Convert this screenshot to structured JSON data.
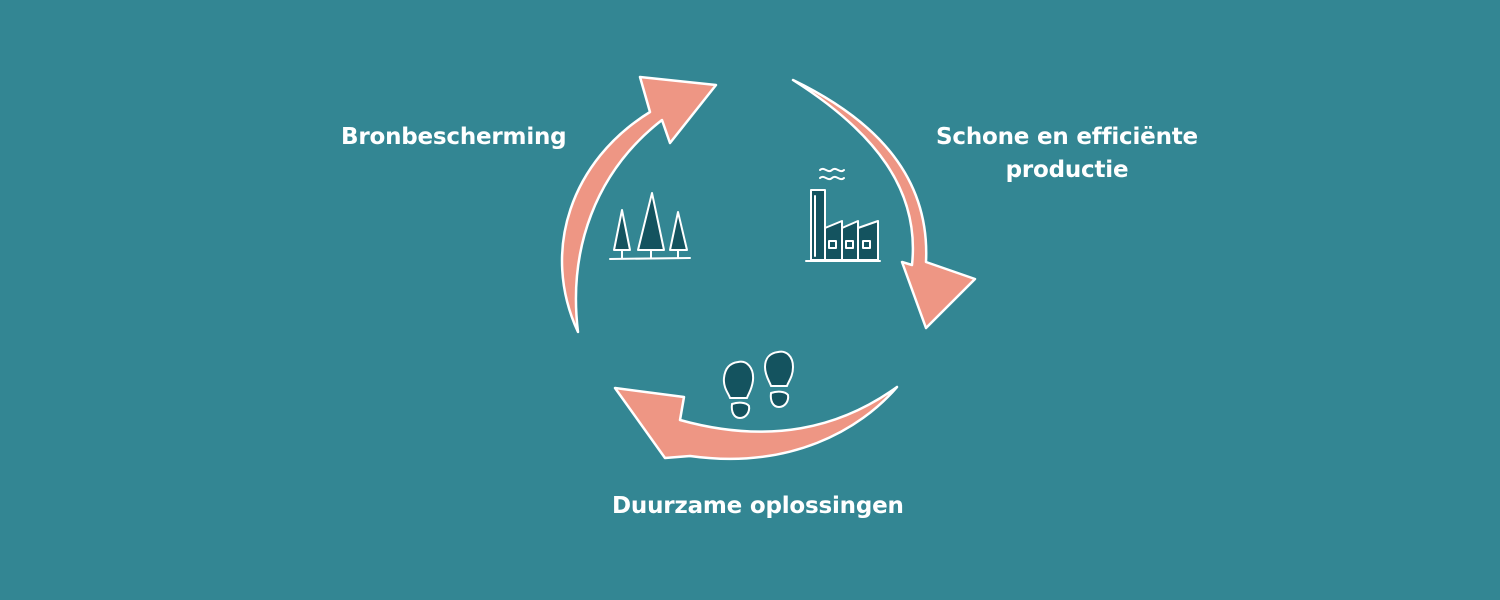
{
  "diagram": {
    "labels": {
      "source_protection": "Bronbescherming",
      "clean_production_line1": "Schone en efficiënte",
      "clean_production_line2": "productie",
      "sustainable_solutions": "Duurzame oplossingen"
    },
    "icons": [
      "trees-icon",
      "factory-icon",
      "footprints-icon"
    ],
    "colors": {
      "background": "#338693",
      "arrow_fill": "#EE9684",
      "arrow_outline": "#ffffff",
      "icon_fill": "#14535F",
      "icon_outline": "#ffffff",
      "text": "#ffffff"
    }
  }
}
